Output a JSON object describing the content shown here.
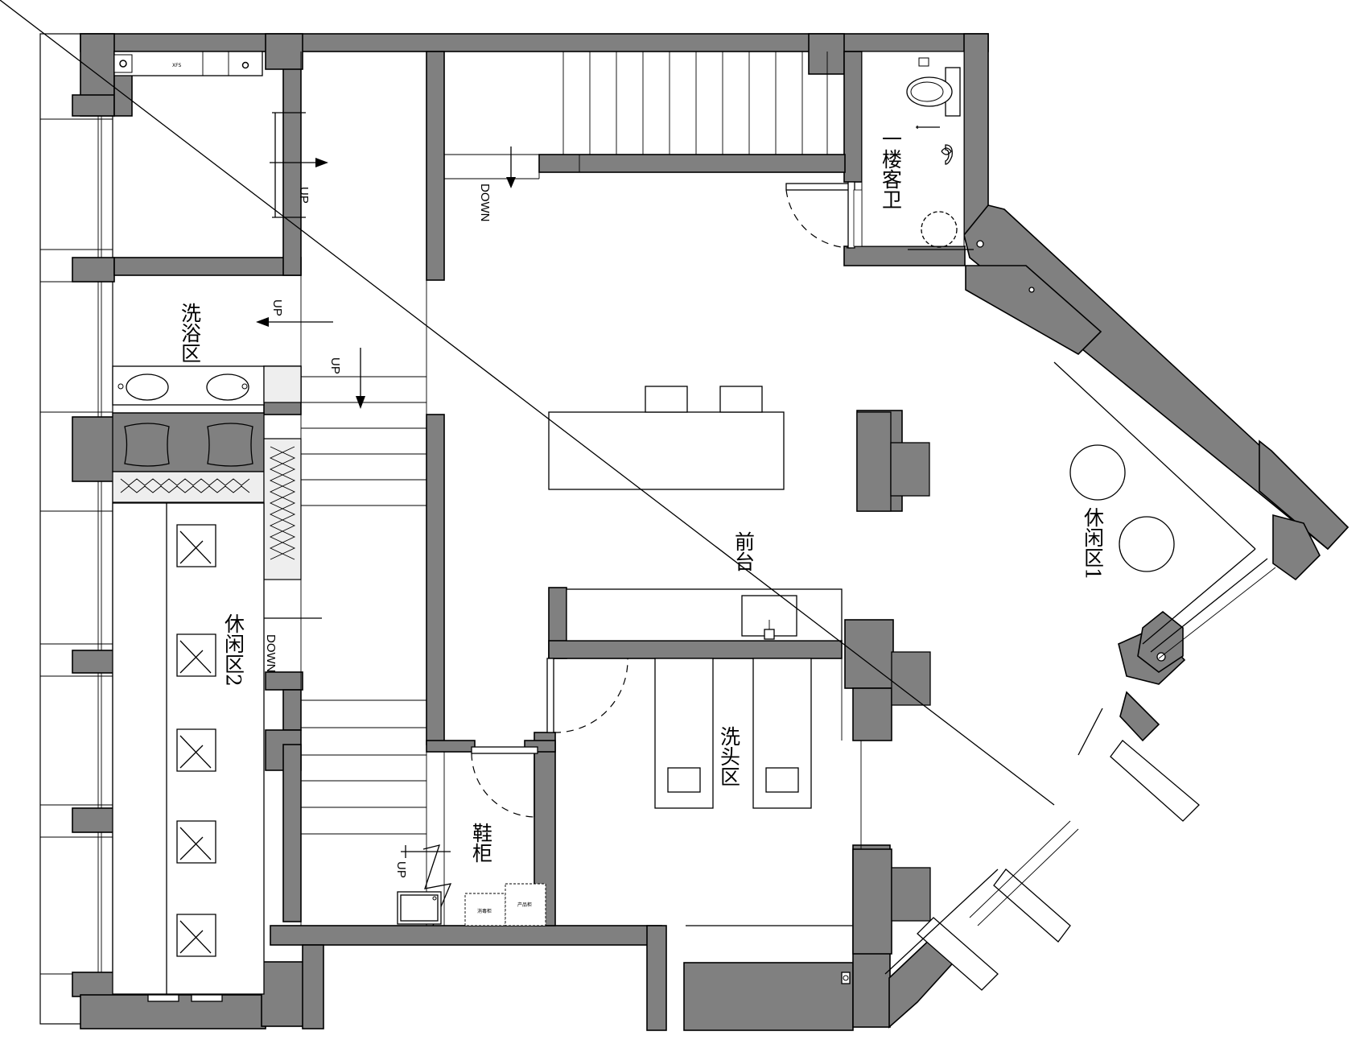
{
  "rooms": {
    "front_desk": "前台",
    "shampoo_area": "洗头区",
    "lounge_1": "休闲区1",
    "lounge_2": "休闲区2",
    "bath_area": "洗浴区",
    "guest_wc": "一楼客卫",
    "shoe_cabinet": "鞋柜"
  },
  "stairs": {
    "up": "UP",
    "down": "DOWN"
  },
  "tags": {
    "hydrant": "XFS",
    "disinfect": "消毒柜",
    "product": "产品柜"
  }
}
